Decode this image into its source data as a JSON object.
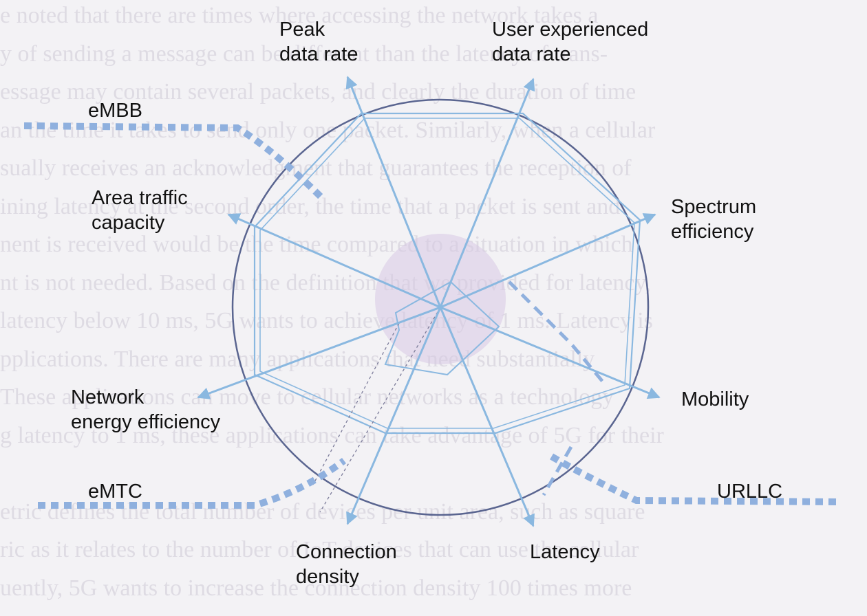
{
  "diagram": {
    "kpis": {
      "peak_data_rate": "Peak\ndata rate",
      "user_experienced_data_rate": "User experienced\ndata rate",
      "spectrum_efficiency": "Spectrum\nefficiency",
      "mobility": "Mobility",
      "latency": "Latency",
      "connection_density": "Connection\ndensity",
      "network_energy_efficiency": "Network\nenergy efficiency",
      "area_traffic_capacity": "Area traffic\ncapacity"
    },
    "usage_scenarios": {
      "embb": "eMBB",
      "emtc": "eMTC",
      "urllc": "URLLC"
    }
  },
  "background_text": [
    "e noted that there are times where accessing the network takes a",
    "y of sending a message can be different than the latency of trans-",
    "essage may contain several packets, and clearly the duration of time",
    "an the time it takes to send only one packet. Similarly, when a cellular",
    "sually receives an acknowledgment that guarantees the reception of",
    "ining latency at the second order, the time that a packet is sent and",
    "nent is received would be the time compared to a situation in which",
    "nt is not needed. Based on the definition that we provided for latency,",
    "latency below 10 ms, 5G wants to achieve latency of 1 ms. Latency is",
    "pplications. There are many applications that need substantially",
    "These applications can move to cellular networks as a technology",
    "g latency to 1 ms, these applications can take advantage of 5G for their",
    "",
    "etric defines the total number of devices per unit area, such as square",
    "ric as it relates to the number of IoT devices that can use the cellular",
    "uently, 5G wants to increase the connection density 100 times more"
  ],
  "colors": {
    "spoke": "#8ab8e0",
    "outer_circle": "#5a6590",
    "scenario_dash": "#8fb0de",
    "center_blob": "#d7c9e4"
  }
}
